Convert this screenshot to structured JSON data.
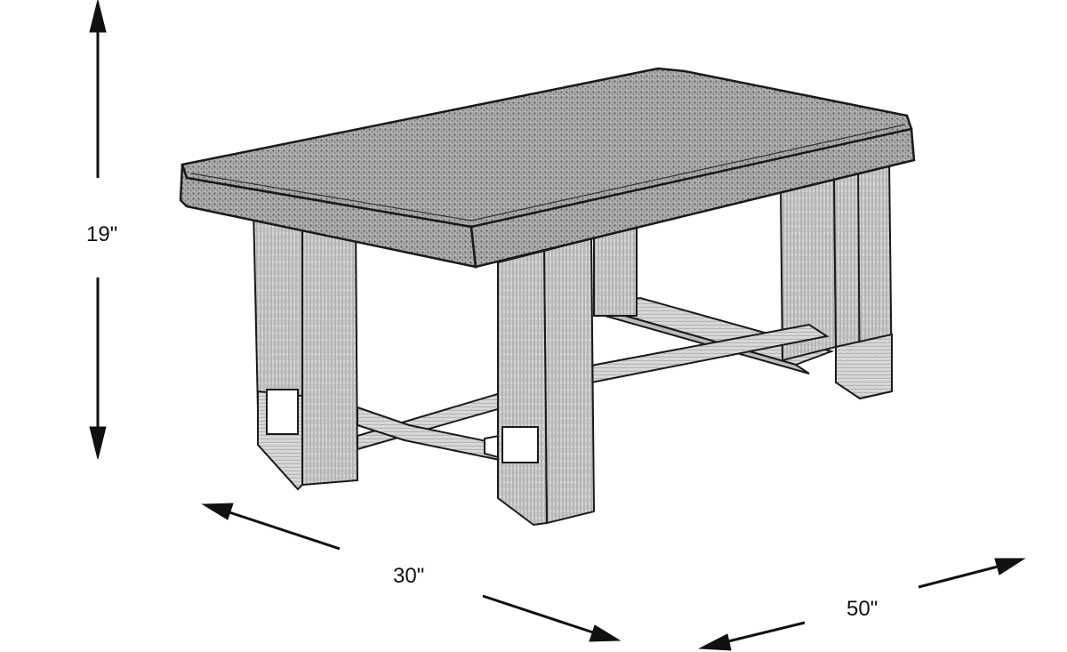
{
  "diagram": {
    "subject": "Rectangular coffee table with stone top and cross-braced wood base (line drawing)",
    "dimensions": {
      "height": {
        "label": "19\"",
        "value_in": 19
      },
      "depth": {
        "label": "30\"",
        "value_in": 30
      },
      "width": {
        "label": "50\"",
        "value_in": 50
      }
    },
    "colors": {
      "line": "#1a1a1a",
      "top_fill": "#8a8a8a",
      "wood_fill": "#cfcfcf",
      "background": "#ffffff"
    }
  }
}
